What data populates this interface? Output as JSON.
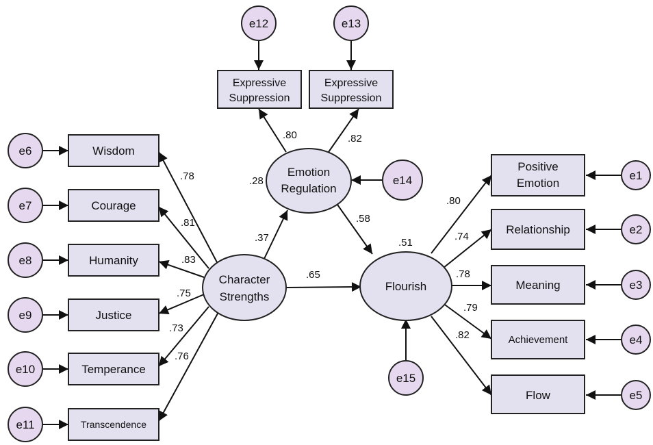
{
  "latents": {
    "character_strengths": [
      "Character",
      "Strengths"
    ],
    "emotion_regulation": [
      "Emotion",
      "Regulation"
    ],
    "flourish": [
      "Flourish"
    ]
  },
  "indicators_left": [
    "Wisdom",
    "Courage",
    "Humanity",
    "Justice",
    "Temperance",
    "Transcendence"
  ],
  "indicators_right": [
    [
      "Positive",
      "Emotion"
    ],
    [
      "Relationship"
    ],
    [
      "Meaning"
    ],
    [
      "Achievement"
    ],
    [
      "Flow"
    ]
  ],
  "indicators_top": [
    [
      "Expressive",
      "Suppression"
    ],
    [
      "Expressive",
      "Suppression"
    ]
  ],
  "errors": {
    "left": [
      "e6",
      "e7",
      "e8",
      "e9",
      "e10",
      "e11"
    ],
    "right": [
      "e1",
      "e2",
      "e3",
      "e4",
      "e5"
    ],
    "top": [
      "e12",
      "e13"
    ],
    "er": "e14",
    "fl": "e15"
  },
  "coefficients": {
    "cs_to_left": [
      ".78",
      ".81",
      ".83",
      ".75",
      ".73",
      ".76"
    ],
    "fl_to_right": [
      ".80",
      ".74",
      ".78",
      ".79",
      ".82"
    ],
    "er_to_top": [
      ".80",
      ".82"
    ],
    "cs_to_er": ".37",
    "cs_to_fl": ".65",
    "er_to_fl": ".58",
    "er_r2": ".28",
    "fl_r2": ".51"
  }
}
